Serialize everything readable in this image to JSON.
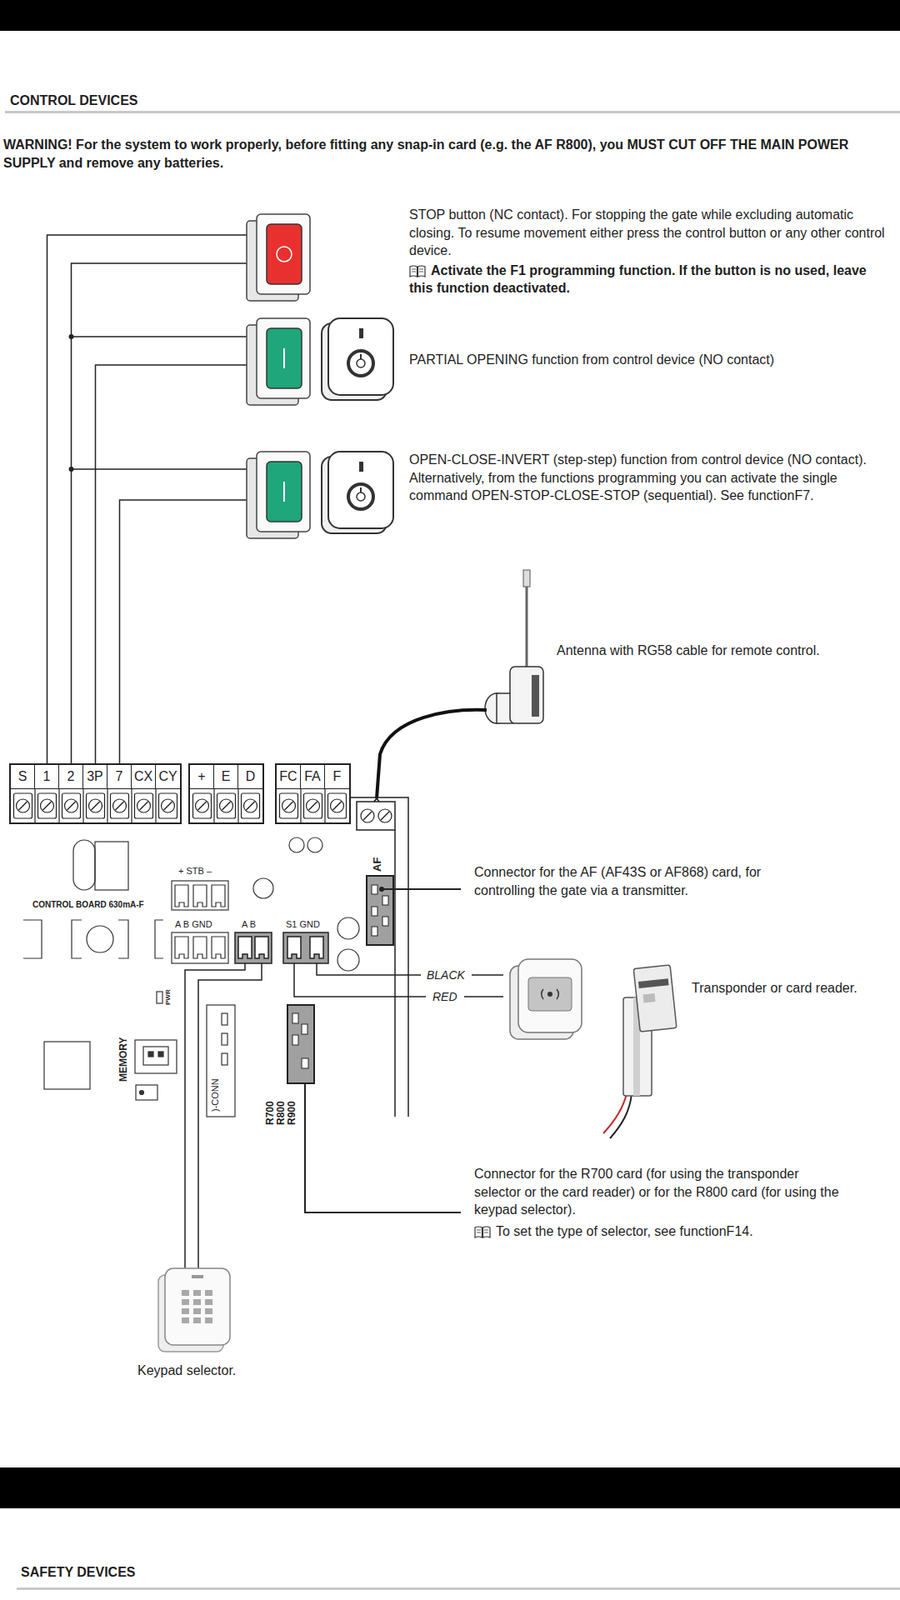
{
  "diagram": {
    "title": "CONTROL DEVICES",
    "nodes": [
      {
        "text": [
          "S",
          "1",
          "2",
          "3P",
          "7",
          "CX",
          "CY"
        ]
      },
      {
        "text": [
          "+",
          "E",
          "D"
        ]
      },
      {
        "text": [
          "FC",
          "FA",
          "F"
        ]
      }
    ],
    "labels": [
      "WARNING! For the system to work properly, before fitting any snap-in card (e.g. the AF R800), you MUST CUT OFF THE MAIN POWER SUPPLY and remove any batteries.",
      "STOP button (NC contact). For stopping the gate while excluding automatic closing. To resume movement either press the control button or any other control device.",
      "Activate the F1 programming function. If the button is no used, leave this function deactivated.",
      "PARTIAL OPENING function from control device (NO contact)",
      "OPEN-CLOSE-INVERT (step-step) function from control device (NO contact). Alternatively, from the functions programming you can activate the single command OPEN-STOP-CLOSE-STOP (sequential). See functionF7.",
      "Antenna with RG58 cable for remote control.",
      "+ STB –",
      "CONTROL BOARD 630mA-F",
      "AF",
      "Connector for the AF (AF43S or AF868) card, for controlling the gate via a transmitter.",
      "A B GND",
      "A B",
      "S1 GND",
      "BLACK",
      "RED",
      "Transponder or card reader.",
      "PWR",
      "MEMORY",
      ")-CONN",
      "R700",
      "R800",
      "R900",
      "Connector for the R700 card (for using the transponder selector or the card reader) or for the R800 card (for using the keypad selector).",
      "To set the type of selector, see functionF14.",
      "Keypad selector.",
      "SAFETY DEVICES"
    ]
  }
}
